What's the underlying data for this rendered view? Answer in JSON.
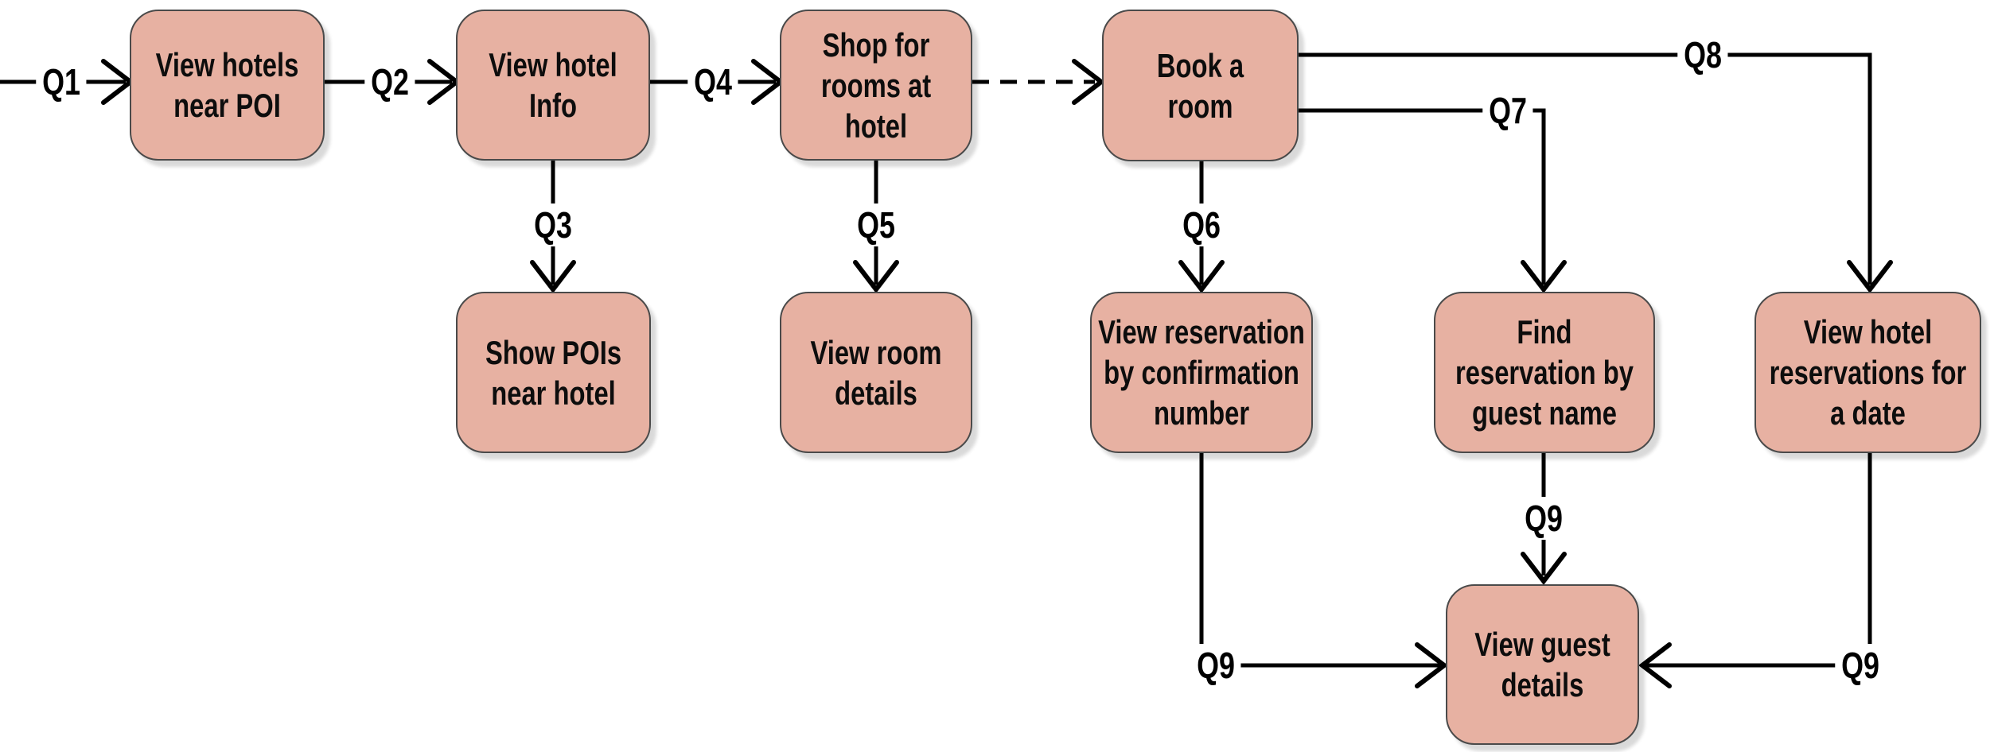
{
  "diagram": {
    "type": "flowchart",
    "colors": {
      "node_fill": "#e7b1a2",
      "node_border": "#4a4a4a",
      "connector": "#000000",
      "background": "#ffffff",
      "text": "#0d0d0d"
    },
    "nodes": [
      {
        "id": "view-hotels-near-poi",
        "label": "View hotels\nnear POI"
      },
      {
        "id": "view-hotel-info",
        "label": "View hotel\nInfo"
      },
      {
        "id": "shop-for-rooms-at-hotel",
        "label": "Shop for\nrooms at\nhotel"
      },
      {
        "id": "book-a-room",
        "label": "Book a\nroom"
      },
      {
        "id": "show-pois-near-hotel",
        "label": "Show POIs\nnear hotel"
      },
      {
        "id": "view-room-details",
        "label": "View room\ndetails"
      },
      {
        "id": "view-reservation-by-confirmation-number",
        "label": "View reservation\nby confirmation\nnumber"
      },
      {
        "id": "find-reservation-by-guest-name",
        "label": "Find\nreservation by\nguest name"
      },
      {
        "id": "view-hotel-reservations-for-a-date",
        "label": "View hotel\nreservations for\na date"
      },
      {
        "id": "view-guest-details",
        "label": "View guest\ndetails"
      }
    ],
    "edges": [
      {
        "label": "Q1",
        "from": "start",
        "to": "view-hotels-near-poi",
        "style": "solid"
      },
      {
        "label": "Q2",
        "from": "view-hotels-near-poi",
        "to": "view-hotel-info",
        "style": "solid"
      },
      {
        "label": "Q3",
        "from": "view-hotel-info",
        "to": "show-pois-near-hotel",
        "style": "solid"
      },
      {
        "label": "Q4",
        "from": "view-hotel-info",
        "to": "shop-for-rooms-at-hotel",
        "style": "solid"
      },
      {
        "label": "",
        "from": "shop-for-rooms-at-hotel",
        "to": "book-a-room",
        "style": "dashed"
      },
      {
        "label": "Q5",
        "from": "shop-for-rooms-at-hotel",
        "to": "view-room-details",
        "style": "solid"
      },
      {
        "label": "Q6",
        "from": "book-a-room",
        "to": "view-reservation-by-confirmation-number",
        "style": "solid"
      },
      {
        "label": "Q7",
        "from": "book-a-room",
        "to": "find-reservation-by-guest-name",
        "style": "solid"
      },
      {
        "label": "Q8",
        "from": "book-a-room",
        "to": "view-hotel-reservations-for-a-date",
        "style": "solid"
      },
      {
        "label": "Q9",
        "from": "view-reservation-by-confirmation-number",
        "to": "view-guest-details",
        "style": "solid"
      },
      {
        "label": "Q9",
        "from": "find-reservation-by-guest-name",
        "to": "view-guest-details",
        "style": "solid"
      },
      {
        "label": "Q9",
        "from": "view-hotel-reservations-for-a-date",
        "to": "view-guest-details",
        "style": "solid"
      }
    ]
  }
}
